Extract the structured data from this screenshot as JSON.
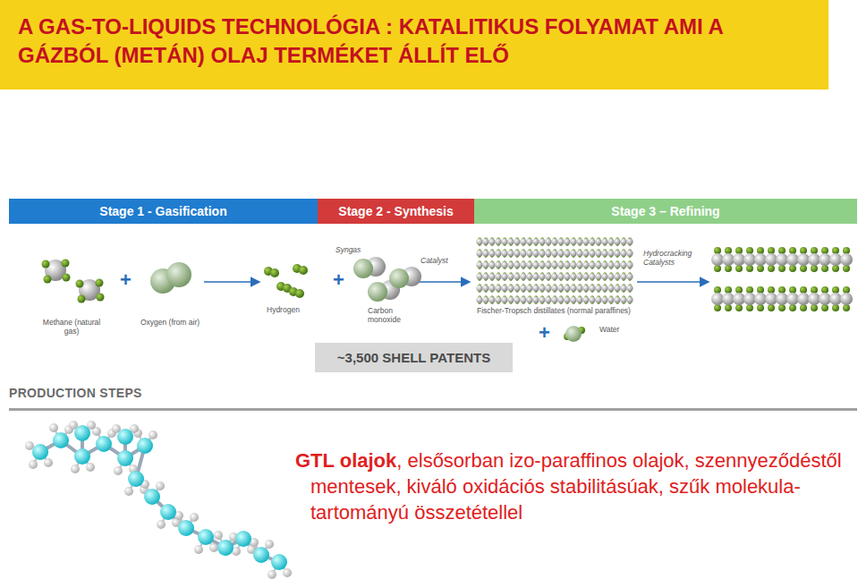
{
  "diagram": {
    "title": "A GAS-TO-LIQUIDS TECHNOLÓGIA : KATALITIKUS FOLYAMAT AMI A GÁZBÓL (METÁN) OLAJ TERMÉKET ÁLLÍT ELŐ",
    "nodes": [
      {
        "text": [
          "Stage 1 - Gasification"
        ]
      },
      {
        "text": [
          "Stage 2 - Synthesis"
        ]
      },
      {
        "text": [
          "Stage 3 – Refining"
        ]
      },
      {
        "text": [
          "~3,500 SHELL PATENTS"
        ]
      }
    ],
    "labels": [
      "Methane (natural gas)",
      "Oxygen (from air)",
      "+",
      "Hydrogen",
      "Syngas",
      "+",
      "Carbon monoxide",
      "Catalyst",
      "Fischer-Tropsch distillates (normal paraffines)",
      "+",
      "Water",
      "Hydrocracking Catalysts",
      "PRODUCTION STEPS",
      "GTL olajok",
      ", elsősorban izo-paraffinos olajok, szennyeződéstől mentesek, kiváló oxidációs stabilitásúak, szűk molekula-tartományú összetétellel"
    ]
  }
}
